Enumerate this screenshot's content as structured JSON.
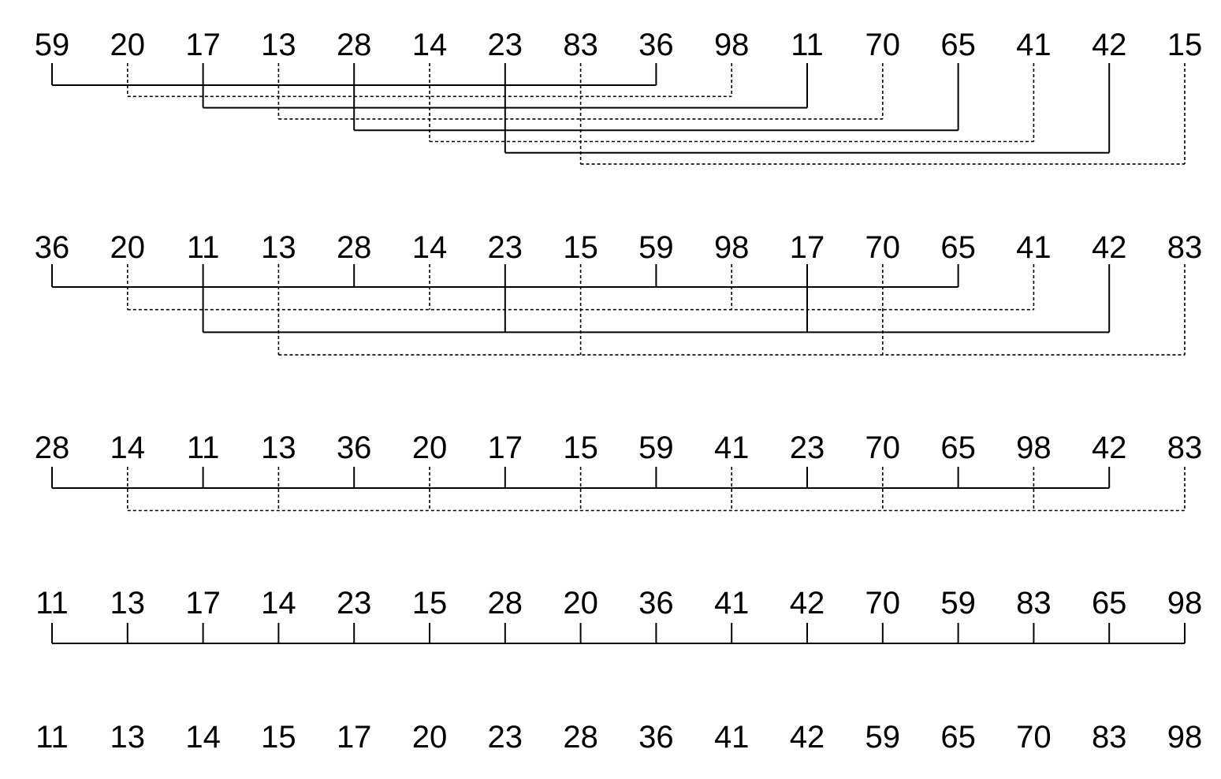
{
  "rows": [
    {
      "values": [
        "59",
        "20",
        "17",
        "13",
        "28",
        "14",
        "23",
        "83",
        "36",
        "98",
        "11",
        "70",
        "65",
        "41",
        "42",
        "15"
      ],
      "groups": [
        {
          "style": "solid",
          "members": [
            0,
            8
          ]
        },
        {
          "style": "dashed",
          "members": [
            1,
            9
          ]
        },
        {
          "style": "solid",
          "members": [
            2,
            10
          ]
        },
        {
          "style": "dashed",
          "members": [
            3,
            11
          ]
        },
        {
          "style": "solid",
          "members": [
            4,
            12
          ]
        },
        {
          "style": "dashed",
          "members": [
            5,
            13
          ]
        },
        {
          "style": "solid",
          "members": [
            6,
            14
          ]
        },
        {
          "style": "dashed",
          "members": [
            7,
            15
          ]
        }
      ]
    },
    {
      "values": [
        "36",
        "20",
        "11",
        "13",
        "28",
        "14",
        "23",
        "15",
        "59",
        "98",
        "17",
        "70",
        "65",
        "41",
        "42",
        "83"
      ],
      "groups": [
        {
          "style": "solid",
          "members": [
            0,
            4,
            8,
            12
          ]
        },
        {
          "style": "dashed",
          "members": [
            1,
            5,
            9,
            13
          ]
        },
        {
          "style": "solid",
          "members": [
            2,
            6,
            10,
            14
          ]
        },
        {
          "style": "dashed",
          "members": [
            3,
            7,
            11,
            15
          ]
        }
      ]
    },
    {
      "values": [
        "28",
        "14",
        "11",
        "13",
        "36",
        "20",
        "17",
        "15",
        "59",
        "41",
        "23",
        "70",
        "65",
        "98",
        "42",
        "83"
      ],
      "groups": [
        {
          "style": "solid",
          "members": [
            0,
            2,
            4,
            6,
            8,
            10,
            12,
            14
          ]
        },
        {
          "style": "dashed",
          "members": [
            1,
            3,
            5,
            7,
            9,
            11,
            13,
            15
          ]
        }
      ]
    },
    {
      "values": [
        "11",
        "13",
        "17",
        "14",
        "23",
        "15",
        "28",
        "20",
        "36",
        "41",
        "42",
        "70",
        "59",
        "83",
        "65",
        "98"
      ],
      "groups": [
        {
          "style": "solid",
          "members": [
            0,
            1,
            2,
            3,
            4,
            5,
            6,
            7,
            8,
            9,
            10,
            11,
            12,
            13,
            14,
            15
          ]
        }
      ]
    },
    {
      "values": [
        "11",
        "13",
        "14",
        "15",
        "17",
        "20",
        "23",
        "28",
        "36",
        "41",
        "42",
        "59",
        "65",
        "70",
        "83",
        "98"
      ],
      "groups": []
    }
  ]
}
